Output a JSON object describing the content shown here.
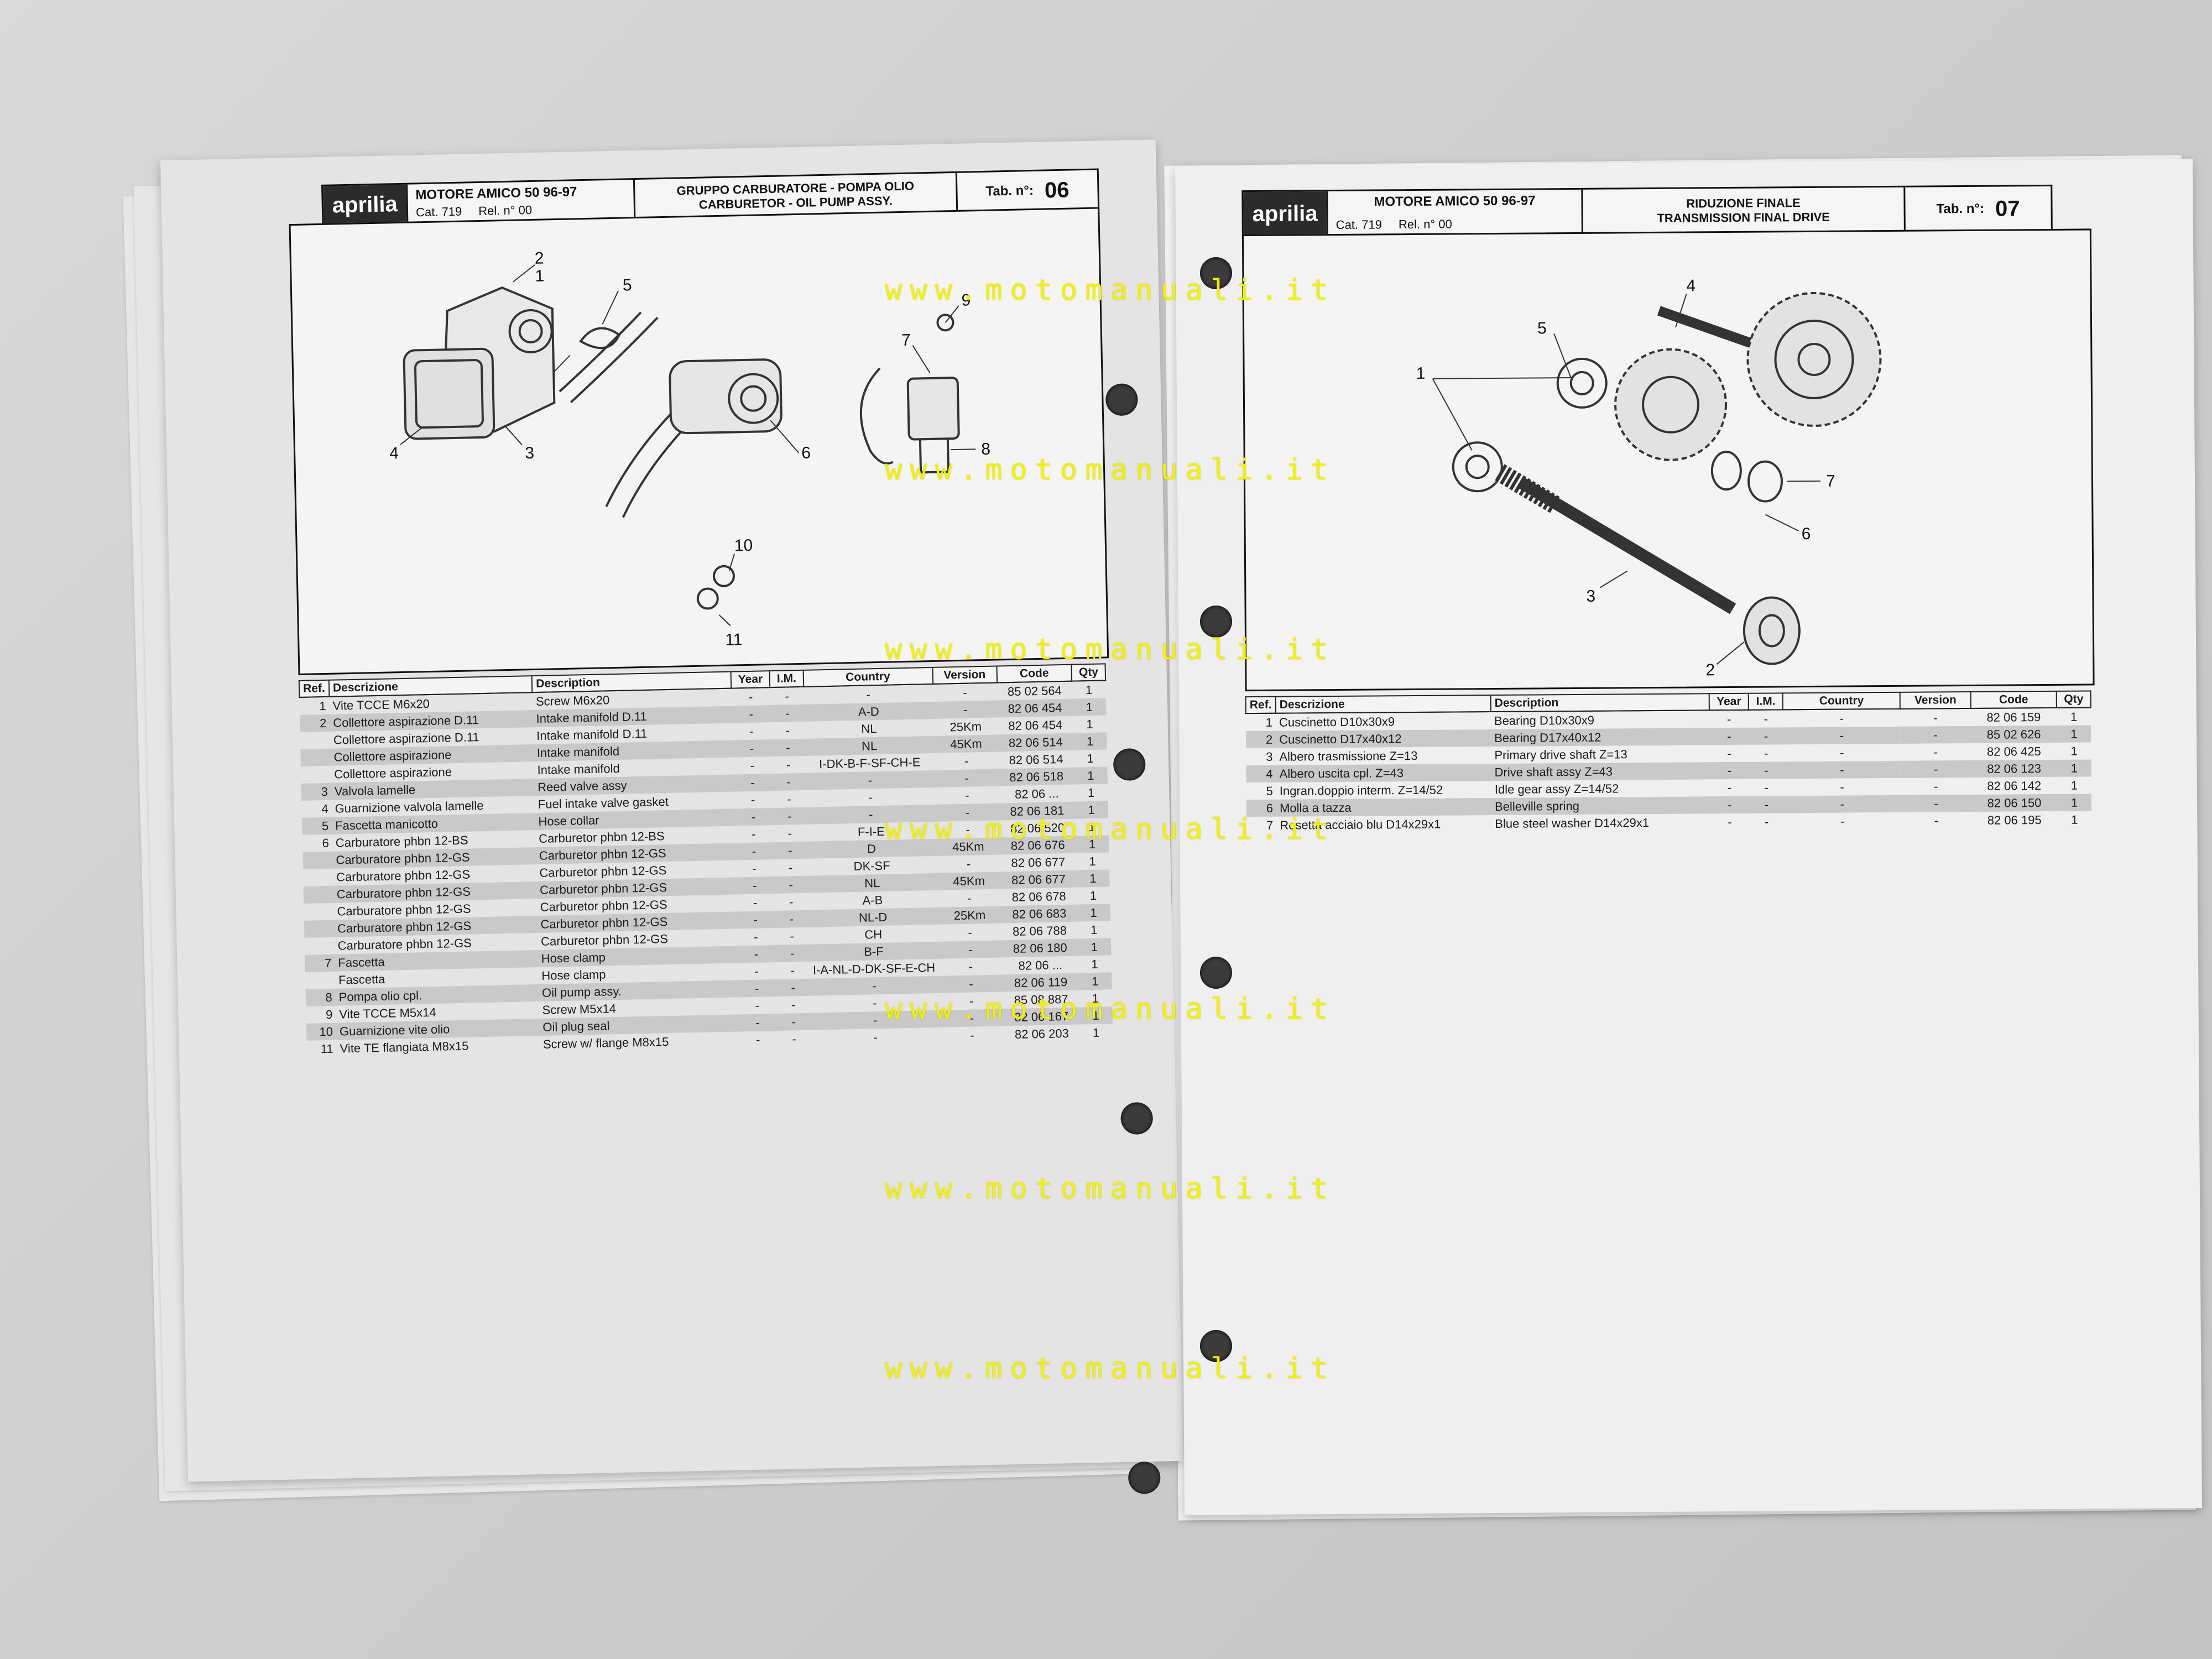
{
  "brand": "aprilia",
  "left_sheet": {
    "model": "MOTORE AMICO 50 96-97",
    "cat_label": "Cat.",
    "cat_value": "719",
    "rel_label": "Rel. n°",
    "rel_value": "00",
    "title_it": "GRUPPO CARBURATORE - POMPA OLIO",
    "title_en": "CARBURETOR - OIL PUMP ASSY.",
    "tab_label": "Tab. n°:",
    "tab_value": "06",
    "callouts": [
      "1",
      "2",
      "3",
      "4",
      "5",
      "6",
      "7",
      "8",
      "9",
      "10",
      "11"
    ],
    "columns": [
      "Ref.",
      "Descrizione",
      "Description",
      "Year",
      "I.M.",
      "Country",
      "Version",
      "Code",
      "Qty"
    ],
    "rows": [
      {
        "ref": "1",
        "desc_it": "Vite TCCE M6x20",
        "desc_en": "Screw M6x20",
        "year": "-",
        "im": "-",
        "country": "-",
        "version": "-",
        "code": "85 02 564",
        "qty": "1"
      },
      {
        "ref": "2",
        "desc_it": "Collettore aspirazione D.11",
        "desc_en": "Intake manifold D.11",
        "year": "-",
        "im": "-",
        "country": "A-D",
        "version": "-",
        "code": "82 06 454",
        "qty": "1"
      },
      {
        "ref": "",
        "desc_it": "Collettore aspirazione D.11",
        "desc_en": "Intake manifold D.11",
        "year": "-",
        "im": "-",
        "country": "NL",
        "version": "25Km",
        "code": "82 06 454",
        "qty": "1"
      },
      {
        "ref": "",
        "desc_it": "Collettore aspirazione",
        "desc_en": "Intake manifold",
        "year": "-",
        "im": "-",
        "country": "NL",
        "version": "45Km",
        "code": "82 06 514",
        "qty": "1"
      },
      {
        "ref": "",
        "desc_it": "Collettore aspirazione",
        "desc_en": "Intake manifold",
        "year": "-",
        "im": "-",
        "country": "I-DK-B-F-SF-CH-E",
        "version": "-",
        "code": "82 06 514",
        "qty": "1"
      },
      {
        "ref": "3",
        "desc_it": "Valvola lamelle",
        "desc_en": "Reed valve assy",
        "year": "-",
        "im": "-",
        "country": "-",
        "version": "-",
        "code": "82 06 518",
        "qty": "1"
      },
      {
        "ref": "4",
        "desc_it": "Guarnizione valvola lamelle",
        "desc_en": "Fuel intake valve gasket",
        "year": "-",
        "im": "-",
        "country": "-",
        "version": "-",
        "code": "82 06 ...",
        "qty": "1"
      },
      {
        "ref": "5",
        "desc_it": "Fascetta manicotto",
        "desc_en": "Hose collar",
        "year": "-",
        "im": "-",
        "country": "-",
        "version": "-",
        "code": "82 06 181",
        "qty": "1"
      },
      {
        "ref": "6",
        "desc_it": "Carburatore phbn 12-BS",
        "desc_en": "Carburetor phbn 12-BS",
        "year": "-",
        "im": "-",
        "country": "F-I-E",
        "version": "-",
        "code": "82 06 520",
        "qty": "1"
      },
      {
        "ref": "",
        "desc_it": "Carburatore phbn 12-GS",
        "desc_en": "Carburetor phbn 12-GS",
        "year": "-",
        "im": "-",
        "country": "D",
        "version": "45Km",
        "code": "82 06 676",
        "qty": "1"
      },
      {
        "ref": "",
        "desc_it": "Carburatore phbn 12-GS",
        "desc_en": "Carburetor phbn 12-GS",
        "year": "-",
        "im": "-",
        "country": "DK-SF",
        "version": "-",
        "code": "82 06 677",
        "qty": "1"
      },
      {
        "ref": "",
        "desc_it": "Carburatore phbn 12-GS",
        "desc_en": "Carburetor phbn 12-GS",
        "year": "-",
        "im": "-",
        "country": "NL",
        "version": "45Km",
        "code": "82 06 677",
        "qty": "1"
      },
      {
        "ref": "",
        "desc_it": "Carburatore phbn 12-GS",
        "desc_en": "Carburetor phbn 12-GS",
        "year": "-",
        "im": "-",
        "country": "A-B",
        "version": "-",
        "code": "82 06 678",
        "qty": "1"
      },
      {
        "ref": "",
        "desc_it": "Carburatore phbn 12-GS",
        "desc_en": "Carburetor phbn 12-GS",
        "year": "-",
        "im": "-",
        "country": "NL-D",
        "version": "25Km",
        "code": "82 06 683",
        "qty": "1"
      },
      {
        "ref": "",
        "desc_it": "Carburatore phbn 12-GS",
        "desc_en": "Carburetor phbn 12-GS",
        "year": "-",
        "im": "-",
        "country": "CH",
        "version": "-",
        "code": "82 06 788",
        "qty": "1"
      },
      {
        "ref": "7",
        "desc_it": "Fascetta",
        "desc_en": "Hose clamp",
        "year": "-",
        "im": "-",
        "country": "B-F",
        "version": "-",
        "code": "82 06 180",
        "qty": "1"
      },
      {
        "ref": "",
        "desc_it": "Fascetta",
        "desc_en": "Hose clamp",
        "year": "-",
        "im": "-",
        "country": "I-A-NL-D-DK-SF-E-CH",
        "version": "-",
        "code": "82 06 ...",
        "qty": "1"
      },
      {
        "ref": "8",
        "desc_it": "Pompa olio cpl.",
        "desc_en": "Oil pump assy.",
        "year": "-",
        "im": "-",
        "country": "-",
        "version": "-",
        "code": "82 06 119",
        "qty": "1"
      },
      {
        "ref": "9",
        "desc_it": "Vite TCCE M5x14",
        "desc_en": "Screw M5x14",
        "year": "-",
        "im": "-",
        "country": "-",
        "version": "-",
        "code": "85 08 887",
        "qty": "1"
      },
      {
        "ref": "10",
        "desc_it": "Guarnizione vite olio",
        "desc_en": "Oil plug seal",
        "year": "-",
        "im": "-",
        "country": "-",
        "version": "-",
        "code": "82 06 167",
        "qty": "1"
      },
      {
        "ref": "11",
        "desc_it": "Vite TE flangiata M8x15",
        "desc_en": "Screw w/ flange M8x15",
        "year": "-",
        "im": "-",
        "country": "-",
        "version": "-",
        "code": "82 06 203",
        "qty": "1"
      }
    ]
  },
  "right_sheet": {
    "model": "MOTORE AMICO 50 96-97",
    "cat_label": "Cat.",
    "cat_value": "719",
    "rel_label": "Rel. n°",
    "rel_value": "00",
    "title_it": "RIDUZIONE FINALE",
    "title_en": "TRANSMISSION FINAL DRIVE",
    "tab_label": "Tab. n°:",
    "tab_value": "07",
    "callouts": [
      "1",
      "2",
      "3",
      "4",
      "5",
      "6",
      "7"
    ],
    "columns": [
      "Ref.",
      "Descrizione",
      "Description",
      "Year",
      "I.M.",
      "Country",
      "Version",
      "Code",
      "Qty"
    ],
    "rows": [
      {
        "ref": "1",
        "desc_it": "Cuscinetto D10x30x9",
        "desc_en": "Bearing D10x30x9",
        "year": "-",
        "im": "-",
        "country": "-",
        "version": "-",
        "code": "82 06 159",
        "qty": "1"
      },
      {
        "ref": "2",
        "desc_it": "Cuscinetto D17x40x12",
        "desc_en": "Bearing D17x40x12",
        "year": "-",
        "im": "-",
        "country": "-",
        "version": "-",
        "code": "85 02 626",
        "qty": "1"
      },
      {
        "ref": "3",
        "desc_it": "Albero trasmissione Z=13",
        "desc_en": "Primary drive shaft Z=13",
        "year": "-",
        "im": "-",
        "country": "-",
        "version": "-",
        "code": "82 06 425",
        "qty": "1"
      },
      {
        "ref": "4",
        "desc_it": "Albero uscita cpl. Z=43",
        "desc_en": "Drive shaft assy Z=43",
        "year": "-",
        "im": "-",
        "country": "-",
        "version": "-",
        "code": "82 06 123",
        "qty": "1"
      },
      {
        "ref": "5",
        "desc_it": "Ingran.doppio interm. Z=14/52",
        "desc_en": "Idle gear assy Z=14/52",
        "year": "-",
        "im": "-",
        "country": "-",
        "version": "-",
        "code": "82 06 142",
        "qty": "1"
      },
      {
        "ref": "6",
        "desc_it": "Molla a tazza",
        "desc_en": "Belleville spring",
        "year": "-",
        "im": "-",
        "country": "-",
        "version": "-",
        "code": "82 06 150",
        "qty": "1"
      },
      {
        "ref": "7",
        "desc_it": "Rosetta acciaio blu D14x29x1",
        "desc_en": "Blue steel washer D14x29x1",
        "year": "-",
        "im": "-",
        "country": "-",
        "version": "-",
        "code": "82 06 195",
        "qty": "1"
      }
    ]
  },
  "watermark": "www.motomanuali.it",
  "colors": {
    "watermark": "#f2f200",
    "brand_bg": "#2b2b2b",
    "row_shade": "#c9c9c9"
  }
}
